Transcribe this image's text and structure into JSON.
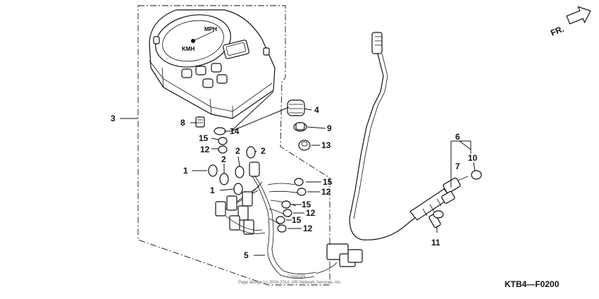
{
  "diagram": {
    "callouts": {
      "c1a": "1",
      "c1b": "1",
      "c2a": "2",
      "c2b": "2",
      "c2c": "2",
      "c3": "3",
      "c4": "4",
      "c5": "5",
      "c6": "6",
      "c7": "7",
      "c8": "8",
      "c9": "9",
      "c10": "10",
      "c11": "11",
      "c12a": "12",
      "c12b": "12",
      "c12c": "12",
      "c12d": "12",
      "c13": "13",
      "c14": "14",
      "c15a": "15",
      "c15b": "15",
      "c15c": "15",
      "c15d": "15"
    },
    "direction_label": "FR.",
    "diagram_code": "KTB4—F0200",
    "copyright_line1": "Copyright",
    "copyright_line2": "Page design (c) 2004-2014, ARI Network Services, Inc."
  }
}
